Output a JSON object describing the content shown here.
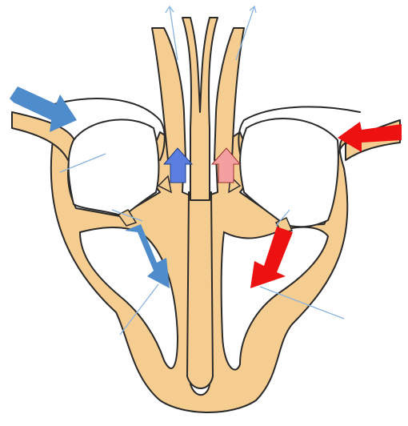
{
  "diagram": {
    "subject": "heart-cross-section-blood-flow",
    "colors": {
      "background": "#ffffff",
      "heart_wall": "#f6cd91",
      "outline": "#2a2a2a",
      "deoxygenated_arrow": "#4f8ccc",
      "deoxygenated_arrow_light": "#5b7fe0",
      "oxygenated_arrow": "#ee1111",
      "oxygenated_arrow_light": "#f4a0a0",
      "leader_line": "#8ab4e0"
    },
    "arrows": [
      {
        "id": "vena-cava-inflow",
        "color": "deoxygenated_arrow"
      },
      {
        "id": "right-atrium-to-ventricle",
        "color": "deoxygenated_arrow"
      },
      {
        "id": "pulmonary-artery-outflow",
        "color": "deoxygenated_arrow_light"
      },
      {
        "id": "pulmonary-vein-inflow",
        "color": "oxygenated_arrow"
      },
      {
        "id": "left-atrium-to-ventricle",
        "color": "oxygenated_arrow"
      },
      {
        "id": "aorta-outflow",
        "color": "oxygenated_arrow_light"
      }
    ]
  }
}
